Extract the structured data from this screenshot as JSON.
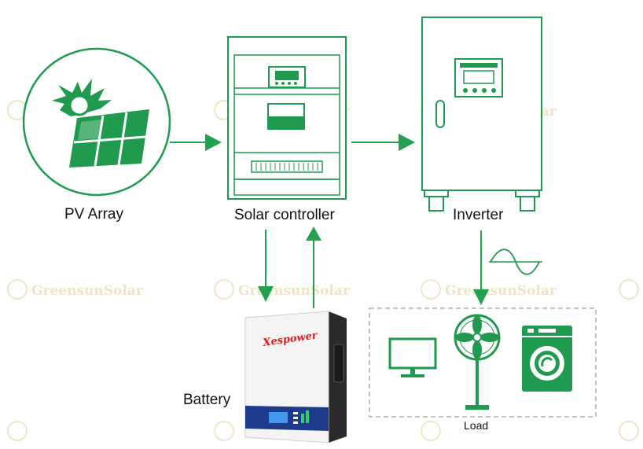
{
  "labels": {
    "pv_array": "PV Array",
    "solar_controller": "Solar controller",
    "inverter": "Inverter",
    "battery": "Battery",
    "load": "Load"
  },
  "battery_brand": "Xespower",
  "watermark": "GreensunSolar",
  "colors": {
    "accent_green": "#1f9a4e",
    "arrow_green": "#23a14f",
    "battery_panel": "#1d3a8c",
    "battery_side": "#2b2b2b",
    "brand_red": "#e21b1b"
  },
  "icons": [
    "sun-icon",
    "solar-panel-icon",
    "sine-wave-icon",
    "monitor-icon",
    "fan-icon",
    "washing-machine-icon"
  ]
}
